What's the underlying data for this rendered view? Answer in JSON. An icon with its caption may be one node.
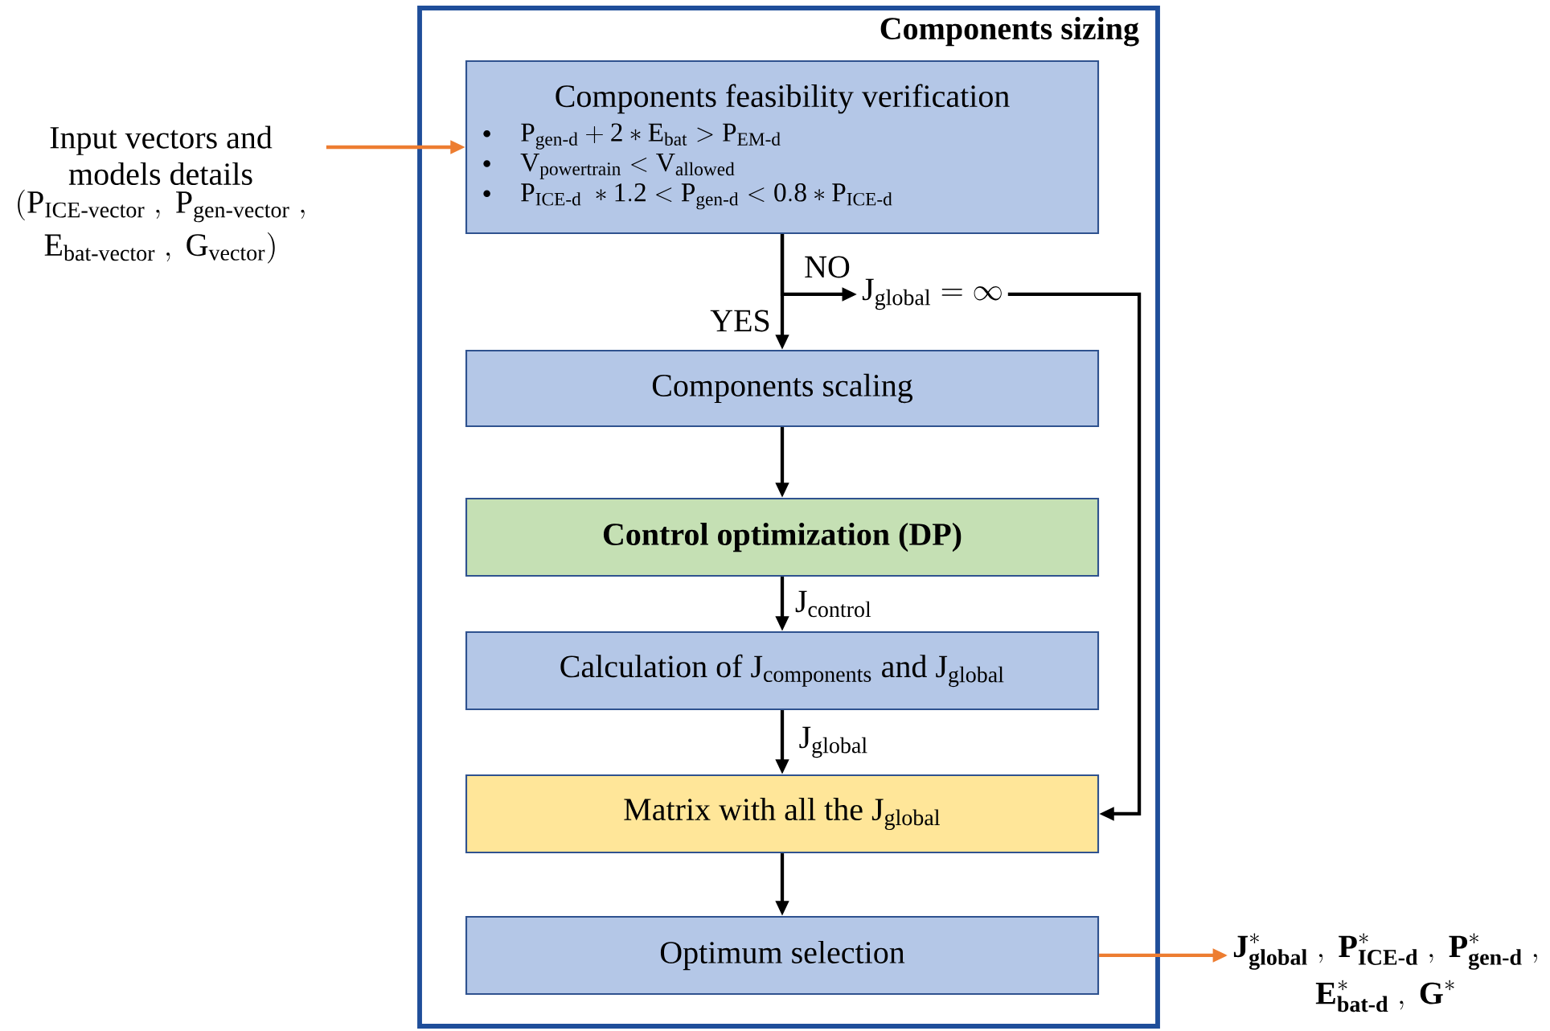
{
  "diagram": {
    "nodes": [
      {
        "text": [
          "Components sizing"
        ]
      },
      {
        "text": [
          "Components feasibility verification",
          "\\mathrm{P_{gen\\text{-}d} + 2 * E_{bat} > P_{EM\\text{-}d}}",
          "\\mathrm{V_{powertrain} < V_{allowed}}",
          "\\mathrm{P_{ICE\\text{-}d}\\ *1.2 < P_{gen\\text{-}d} < 0.8 * P_{ICE\\text{-}d}}"
        ],
        "in": 0
      },
      {
        "text": [
          "\\mathrm{J_{global}} = \\infty"
        ],
        "in": 0
      },
      {
        "text": [
          "Components scaling"
        ],
        "in": 0
      },
      {
        "text": [
          "Control optimization (DP)"
        ],
        "in": 0
      },
      {
        "text": [
          "\\text{Calculation of }\\mathrm{J_{components}}\\text{ and }\\mathrm{J_{global}}"
        ],
        "in": 0
      },
      {
        "text": [
          "\\text{Matrix with all the }\\mathrm{J_{global}}"
        ],
        "in": 0
      },
      {
        "text": [
          "Optimum selection"
        ],
        "in": 0
      },
      {
        "text": [
          "Input vectors and models details",
          "\\begin{gathered}\\mathrm{(P_{ICE\\text{-}vector}\\ ,\\ P_{gen\\text{-}vector}\\ ,}\\\\ \\mathrm{E_{bat\\text{-}vector}\\ ,\\ G_{vector})}\\end{gathered}"
        ]
      },
      {
        "text": [
          "\\begin{gathered}\\mathbf{J^{*}_{global}\\ ,\\ P^{*}_{ICE\\text{-}d}\\ ,\\ P^{*}_{gen\\text{-}d}\\ ,}\\\\ \\mathbf{E^{*}_{bat\\text{-}d}\\ ,\\ G^{*}}\\end{gathered}"
        ]
      }
    ],
    "edges": [
      {
        "from": 1,
        "to": 3,
        "arrow": "to",
        "label": "YES"
      },
      {
        "from": 1,
        "to": 2,
        "arrow": "to",
        "label": "NO"
      },
      {
        "from": 2,
        "to": 6,
        "arrow": "to"
      },
      {
        "from": 3,
        "to": 4,
        "arrow": "to"
      },
      {
        "from": 4,
        "to": 5,
        "arrow": "to",
        "label": "\\mathrm{J_{control}}"
      },
      {
        "from": 5,
        "to": 6,
        "arrow": "to",
        "label": "\\mathrm{J_{global}}"
      },
      {
        "from": 6,
        "to": 7,
        "arrow": "to"
      },
      {
        "from": 8,
        "to": 1,
        "arrow": "to",
        "color": "#ed7d31"
      },
      {
        "from": 7,
        "to": 9,
        "arrow": "to",
        "color": "#ed7d31"
      }
    ]
  }
}
